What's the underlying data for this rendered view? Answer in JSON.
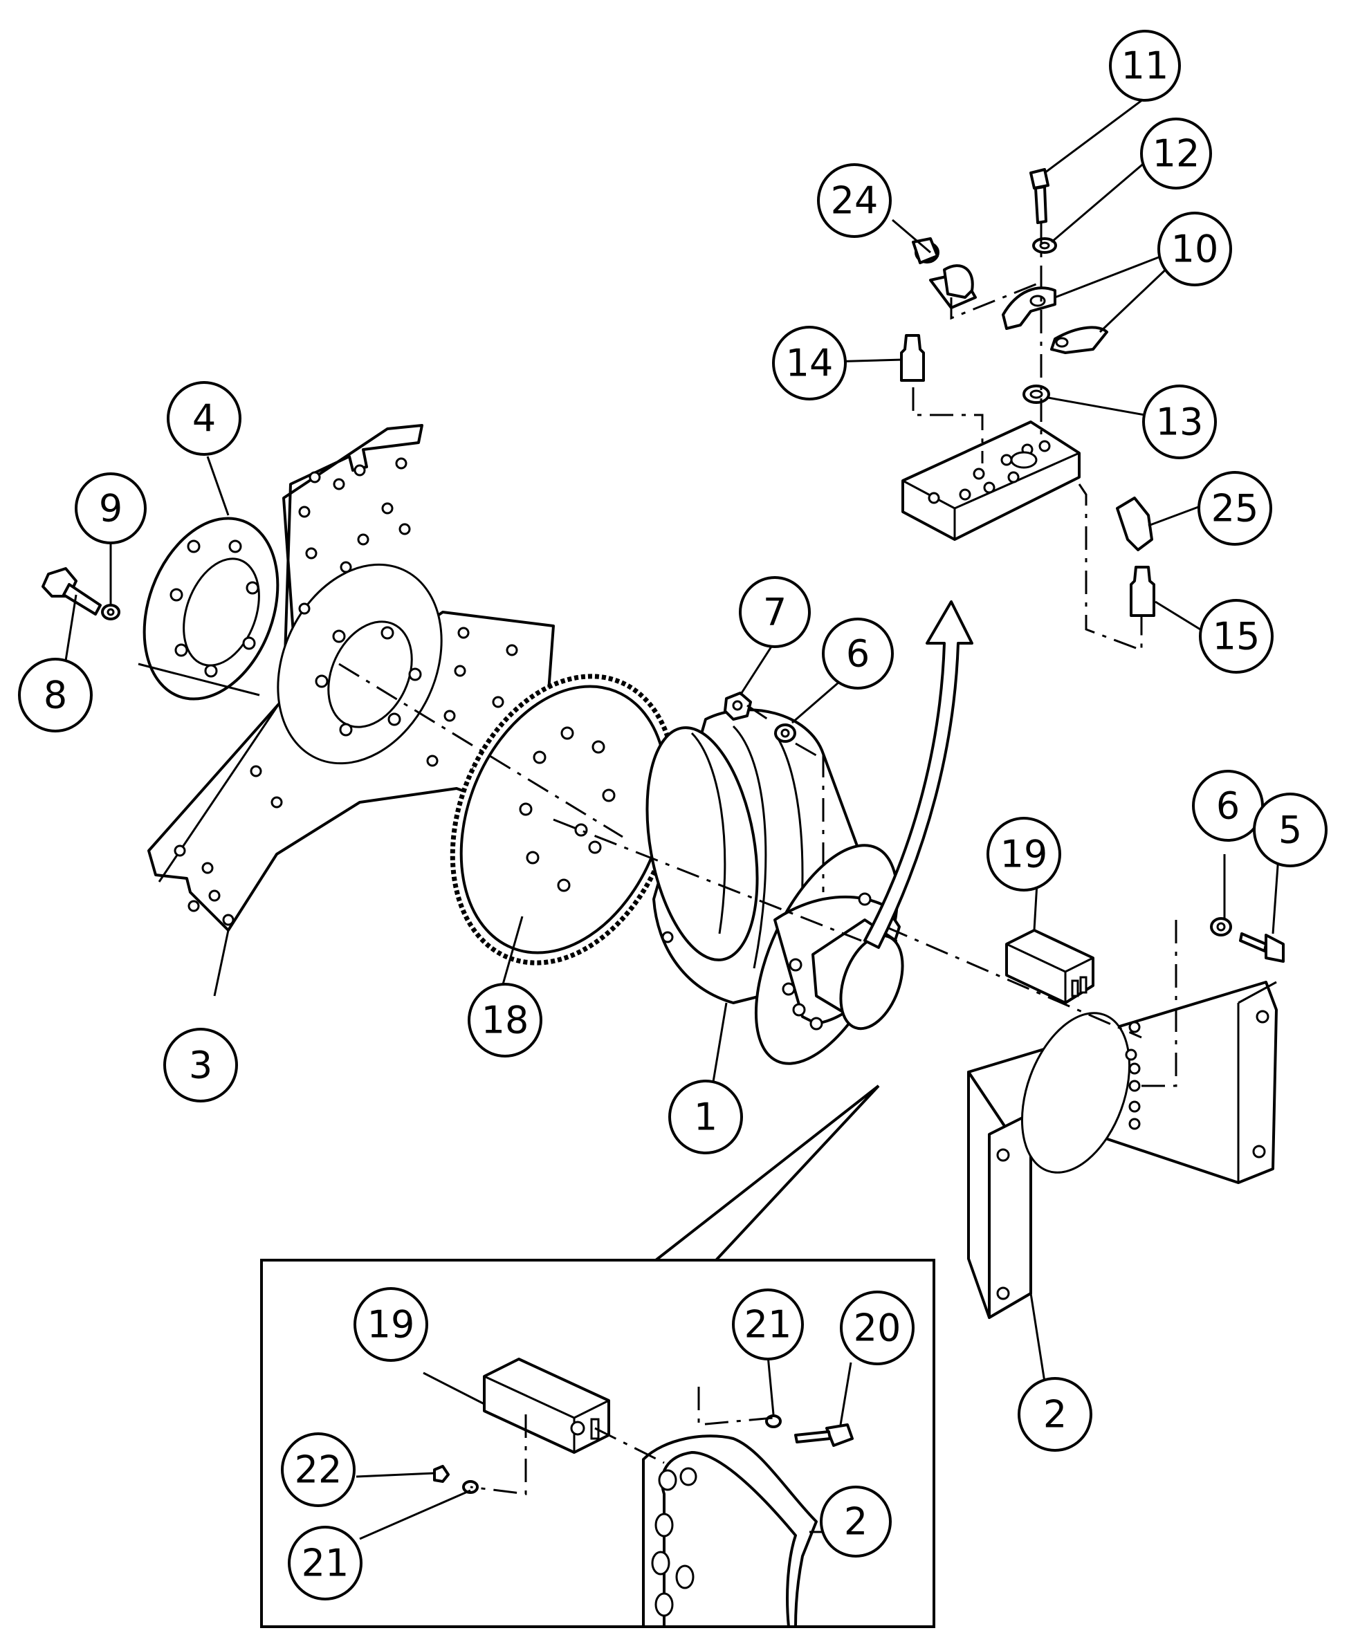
{
  "callouts": {
    "c1": "1",
    "c2": "2",
    "c3": "3",
    "c4": "4",
    "c5": "5",
    "c6a": "6",
    "c6b": "6",
    "c7": "7",
    "c8": "8",
    "c9": "9",
    "c10": "10",
    "c11": "11",
    "c12": "12",
    "c13": "13",
    "c14": "14",
    "c15": "15",
    "c18": "18",
    "c19a": "19",
    "c24": "24",
    "c25": "25",
    "c19b": "19",
    "c20": "20",
    "c21a": "21",
    "c21b": "21",
    "c22": "22",
    "c2b": "2"
  }
}
